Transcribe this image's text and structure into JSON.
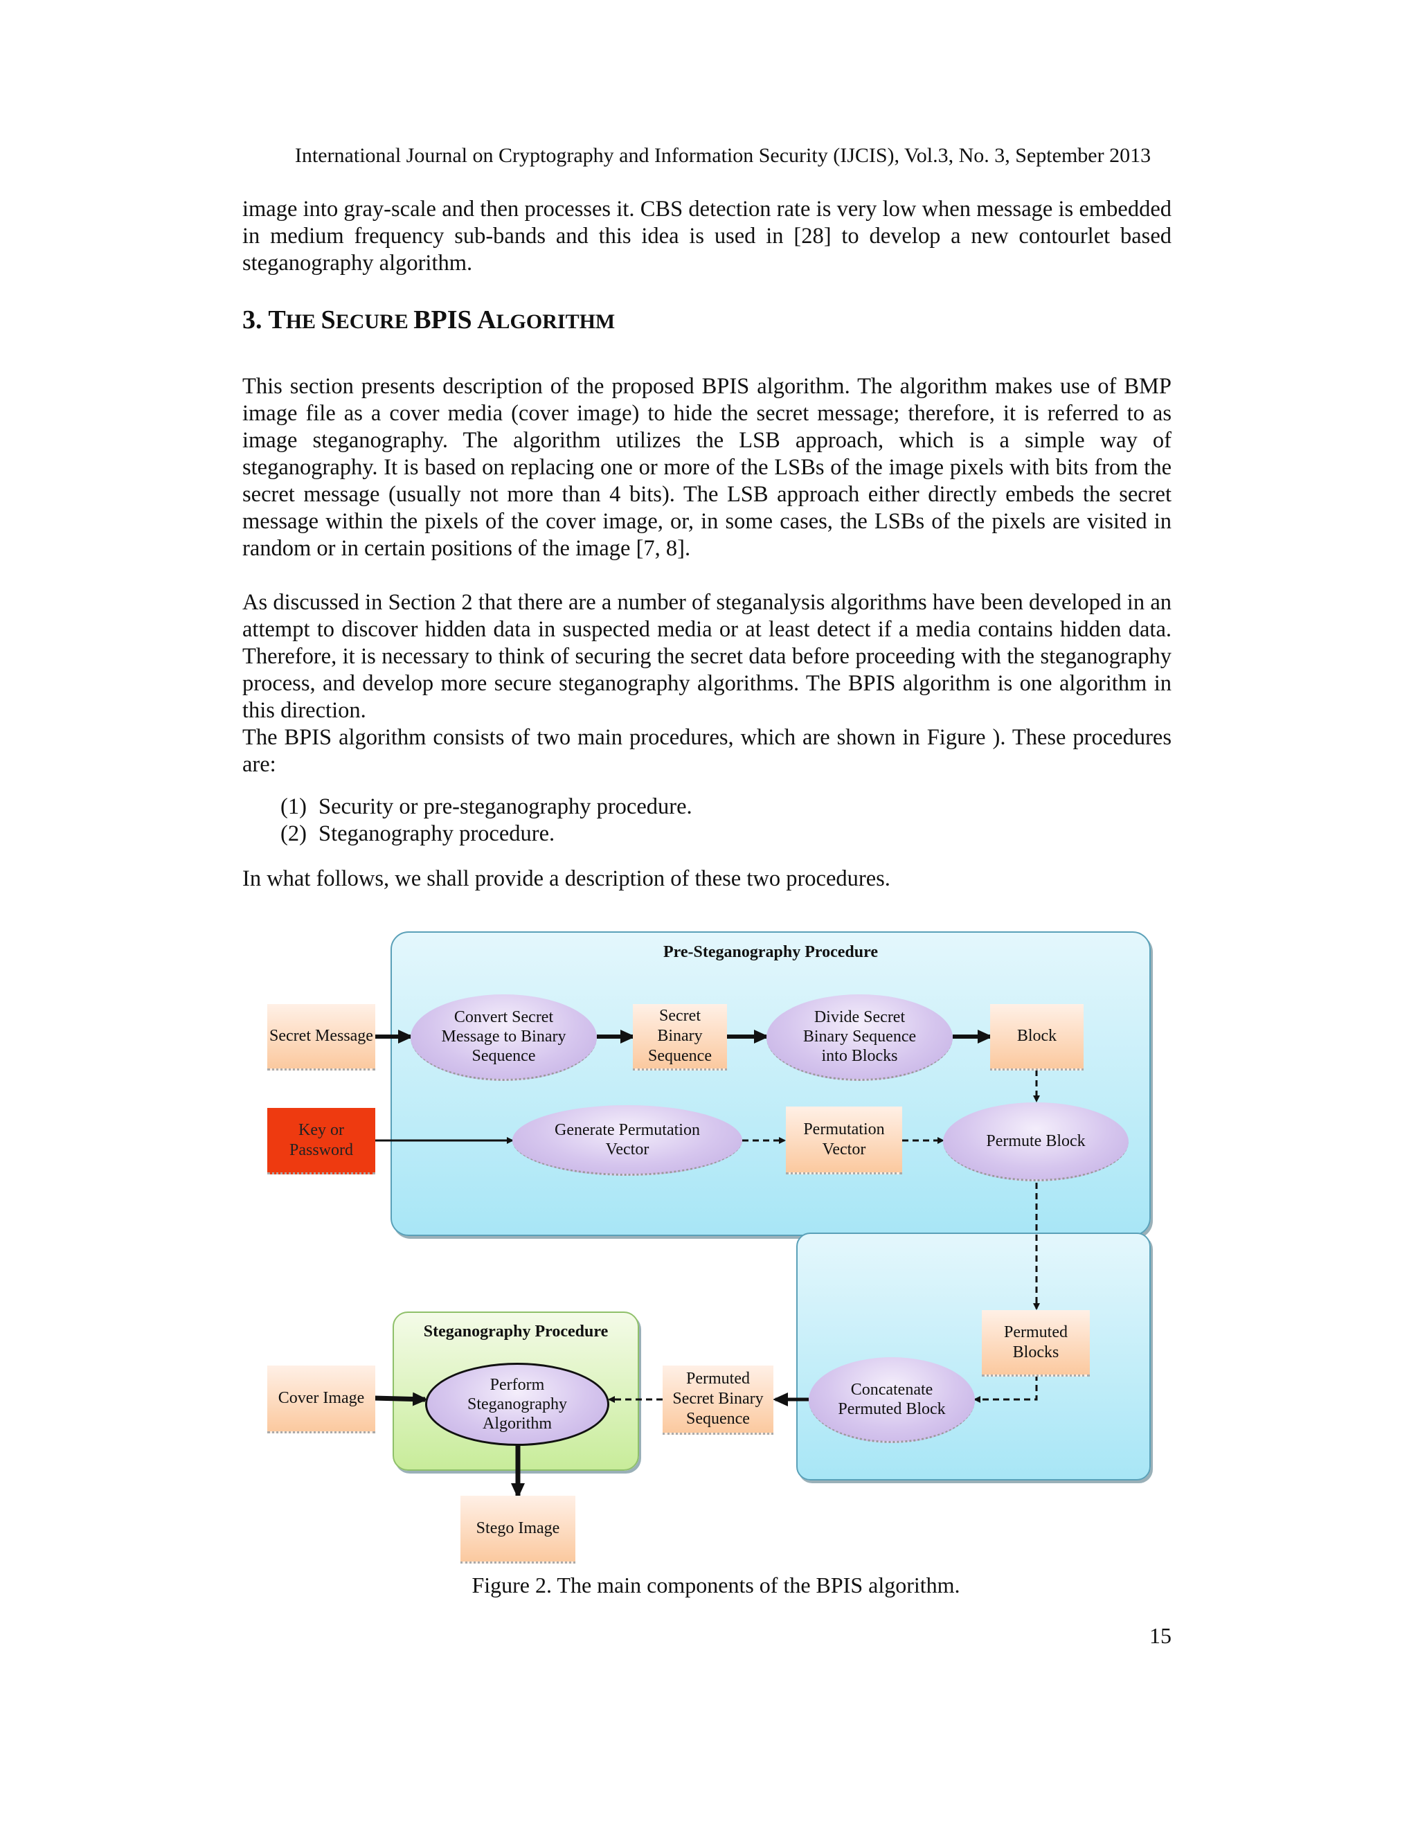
{
  "header": "International Journal on Cryptography and Information Security (IJCIS), Vol.3, No. 3, September 2013",
  "intro_paragraph": "image into gray-scale and then processes it. CBS detection rate is very low when message is embedded in medium frequency sub-bands and this idea is used in [28] to develop a new contourlet based steganography algorithm.",
  "section": {
    "number": "3.",
    "title_parts": [
      "T",
      "HE ",
      "S",
      "ECURE ",
      "BPIS ",
      "A",
      "LGORITHM"
    ]
  },
  "paragraphs": [
    "This section presents description of the proposed BPIS algorithm. The algorithm makes use of BMP image file as a cover media (cover image) to hide the secret message; therefore, it is referred to as image steganography. The algorithm utilizes the LSB approach, which is a simple way of steganography. It is based on replacing one or more of the LSBs of the image pixels with bits from the secret message (usually not more than 4 bits). The LSB approach either directly embeds the secret message within the pixels of the cover image, or, in some cases, the LSBs of the pixels are visited in random or in certain positions of the image [7, 8].",
    "As discussed in Section 2 that there are a number of steganalysis algorithms have been developed in an attempt to discover hidden data in suspected media or at least detect if a media contains hidden data. Therefore, it is necessary to think of securing the secret data before proceeding with the steganography process, and develop more secure steganography algorithms. The BPIS algorithm is one algorithm in this direction.",
    "The BPIS algorithm consists of two main procedures, which are shown in Figure ). These procedures are:"
  ],
  "list": [
    {
      "num": "(1)",
      "text": "Security or pre-steganography procedure."
    },
    {
      "num": "(2)",
      "text": "Steganography procedure."
    }
  ],
  "follow_paragraph": "In what follows, we shall provide a description of these two procedures.",
  "figure": {
    "pre_title": "Pre-Steganography Procedure",
    "steg_title": "Steganography Procedure",
    "nodes": {
      "secret_message": "Secret Message",
      "convert": "Convert Secret\nMessage to Binary\nSequence",
      "secret_binary": "Secret\nBinary\nSequence",
      "divide": "Divide Secret\nBinary Sequence\ninto Blocks",
      "block": "Block",
      "key": "Key or\nPassword",
      "gen_perm": "Generate Permutation\nVector",
      "perm_vector": "Permutation\nVector",
      "permute_block": "Permute Block",
      "permuted_blocks": "Permuted\nBlocks",
      "concatenate": "Concatenate\nPermuted Block",
      "permuted_seq": "Permuted\nSecret Binary\nSequence",
      "perform": "Perform\nSteganography\nAlgorithm",
      "cover_image": "Cover Image",
      "stego_image": "Stego Image"
    },
    "colors": {
      "panel_blue": "#a8e6f6",
      "panel_green": "#c8ec9a",
      "box_orange": "#fbc99f",
      "key_red": "#ee3a10",
      "ellipse_purple": "#d6c6ee"
    },
    "caption": "Figure 2. The main components of the BPIS algorithm."
  },
  "page_number": "15"
}
